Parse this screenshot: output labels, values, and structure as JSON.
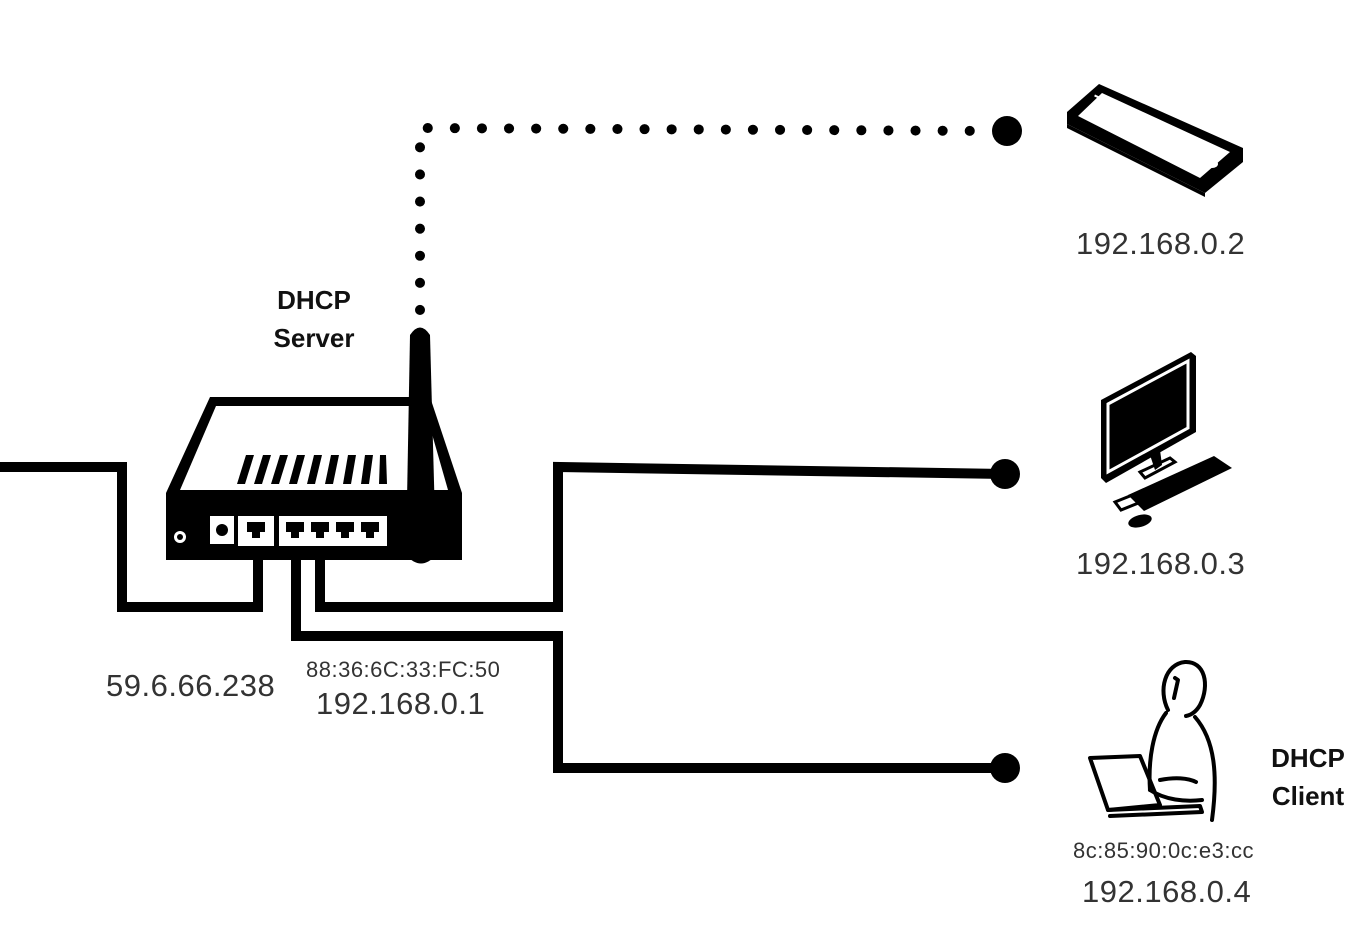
{
  "server": {
    "role_line1": "DHCP",
    "role_line2": "Server",
    "wan_ip": "59.6.66.238",
    "mac": "88:36:6C:33:FC:50",
    "lan_ip": "192.168.0.1"
  },
  "devices": {
    "phone": {
      "ip": "192.168.0.2",
      "icon": "smartphone-icon",
      "link": "wireless"
    },
    "desktop": {
      "ip": "192.168.0.3",
      "icon": "desktop-computer-icon",
      "link": "wired"
    },
    "laptop": {
      "ip": "192.168.0.4",
      "mac": "8c:85:90:0c:e3:cc",
      "icon": "person-laptop-icon",
      "link": "wired"
    }
  },
  "client": {
    "role_line1": "DHCP",
    "role_line2": "Client"
  },
  "colors": {
    "line": "#000000",
    "text": "#333333",
    "background": "#ffffff"
  }
}
